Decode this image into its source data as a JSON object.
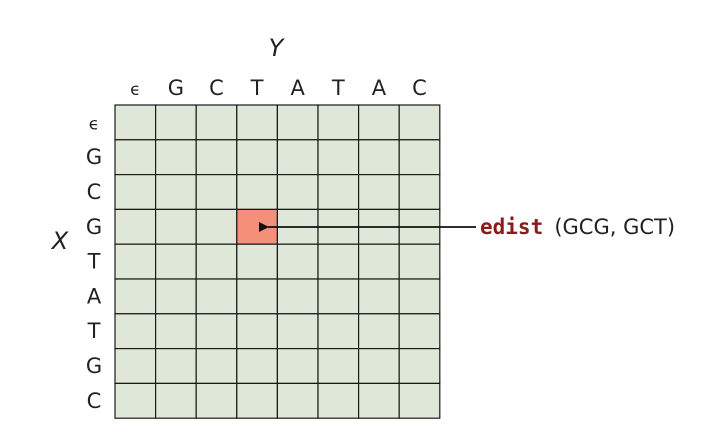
{
  "diagram": {
    "x_axis_name": "X",
    "y_axis_name": "Y",
    "y_sequence": [
      "ϵ",
      "G",
      "C",
      "T",
      "A",
      "T",
      "A",
      "C"
    ],
    "x_sequence": [
      "ϵ",
      "G",
      "C",
      "G",
      "T",
      "A",
      "T",
      "G",
      "C"
    ],
    "highlight_cell": {
      "row": 3,
      "col": 3
    },
    "annotation": {
      "function": "edist",
      "args": "(GCG, GCT)"
    },
    "colors": {
      "cell_fill": "#dfe8d8",
      "grid_line": "#1a1a1a",
      "highlight_fill": "#f4907a",
      "function_color": "#8b1a1a",
      "arrow": "#111111"
    }
  }
}
